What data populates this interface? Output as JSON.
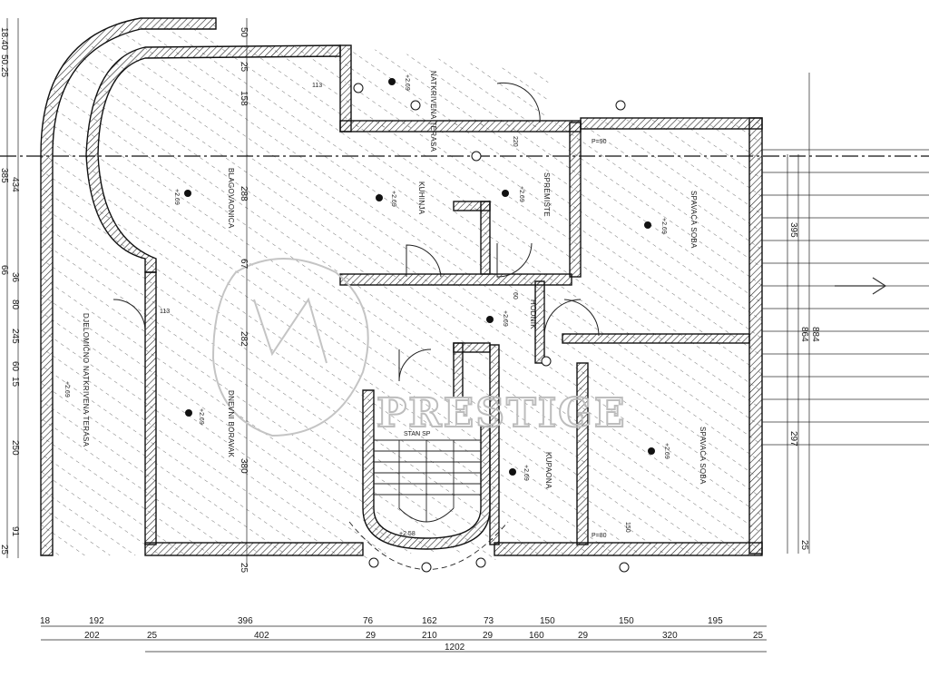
{
  "watermark": "PRESTIGE",
  "rooms": {
    "dining": "BLAGOVAONICA",
    "kitchen": "KUHINJA",
    "pantry": "SPREMIŠTE",
    "bedroom1": "SPAVAĆA SOBA",
    "bedroom2": "SPAVAĆA SOBA",
    "hall": "HODNIK",
    "bathroom": "KUPAONA",
    "living": "DNEVNI BORAVAK",
    "terrace": "NATKRIVENA TERASA",
    "balcony": "DJELOMIČNO NATKRIVENA TERASA",
    "stair": "STAN SP"
  },
  "elevations": {
    "dining": "+2.69",
    "living": "+2.69",
    "kitchen": "+2.69",
    "pantry": "+2.69",
    "bedroom1": "+2.69",
    "bedroom2": "+2.69",
    "hall": "+2.69",
    "bathroom": "+2.69",
    "terrace": "+2.69",
    "balcony": "+2.69",
    "stair": "+2.58"
  },
  "dims": {
    "bottom_row1": [
      "18",
      "192",
      "396",
      "76",
      "162",
      "73",
      "150",
      "150",
      "195"
    ],
    "bottom_row2": [
      "202",
      "25",
      "402",
      "29",
      "210",
      "29",
      "160",
      "29",
      "320",
      "25"
    ],
    "bottom_total": "1202",
    "left_col": [
      "18.40",
      "50.25",
      "385",
      "434",
      "66",
      "36",
      "80",
      "245",
      "60",
      "15",
      "250",
      "91",
      "25"
    ],
    "right_col": [
      "395",
      "864",
      "884",
      "297",
      "25"
    ],
    "interior": [
      "50",
      "25",
      "158",
      "288",
      "67",
      "282",
      "380",
      "25",
      "113",
      "113",
      "150",
      "P=90",
      "P=80",
      "220",
      "60"
    ]
  }
}
